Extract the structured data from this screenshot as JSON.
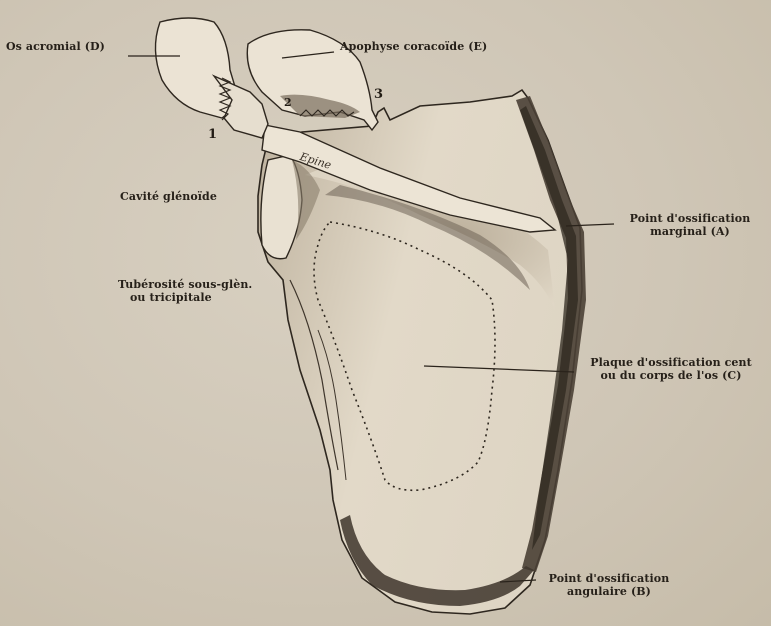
{
  "labels": {
    "os_acromial": "Os acromial (D)",
    "apophyse": "Apophyse coracoïde (E)",
    "cavite": "Cavité glénoïde",
    "tuberosite_1": "Tubérosité sous-glèn.",
    "tuberosite_2": "ou tricipitale",
    "marginal_1": "Point d'ossification",
    "marginal_2": "marginal (A)",
    "plaque_1": "Plaque d'ossification cent",
    "plaque_2": "ou du corps de l'os (C)",
    "angulaire_1": "Point d'ossification",
    "angulaire_2": "angulaire (B)",
    "epine": "Epine"
  },
  "numbers": {
    "n1": "1",
    "n2": "2",
    "n3": "3"
  },
  "colors": {
    "background": "#cfc6b6",
    "ink": "#262019",
    "bone_fill": "#e4dccc",
    "shade": "#6d6255",
    "ossification": "#3b332a"
  }
}
